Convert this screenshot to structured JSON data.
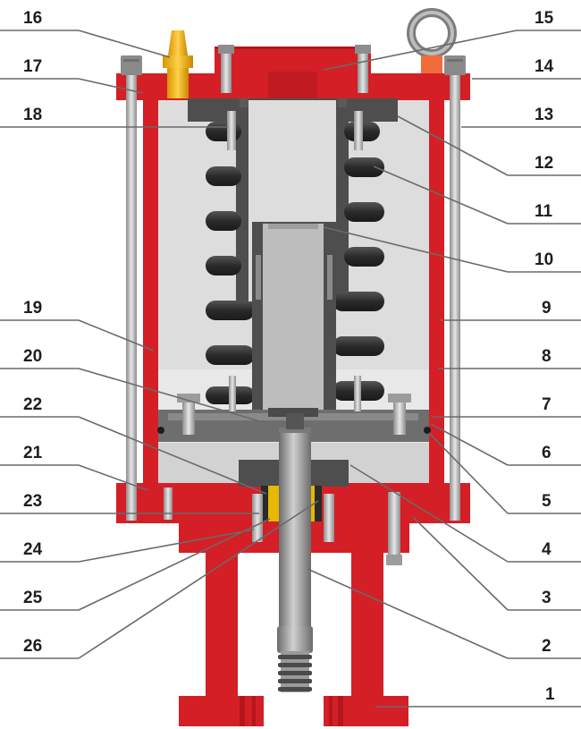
{
  "labels": {
    "l1": "1",
    "l2": "2",
    "l3": "3",
    "l4": "4",
    "l5": "5",
    "l6": "6",
    "l7": "7",
    "l8": "8",
    "l9": "9",
    "l10": "10",
    "l11": "11",
    "l12": "12",
    "l13": "13",
    "l14": "14",
    "l15": "15",
    "l16": "16",
    "l17": "17",
    "l18": "18",
    "l19": "19",
    "l20": "20",
    "l21": "21",
    "l22": "22",
    "l23": "23",
    "l24": "24",
    "l25": "25",
    "l26": "26"
  },
  "colors": {
    "housing_red": "#d41f26",
    "chamber_grey": "#dddddd",
    "spring_dark": "#2b2b2b",
    "breather_brass": "#f2b705",
    "steel": "#a9a9a9",
    "leader_line": "#6a6a6a"
  }
}
